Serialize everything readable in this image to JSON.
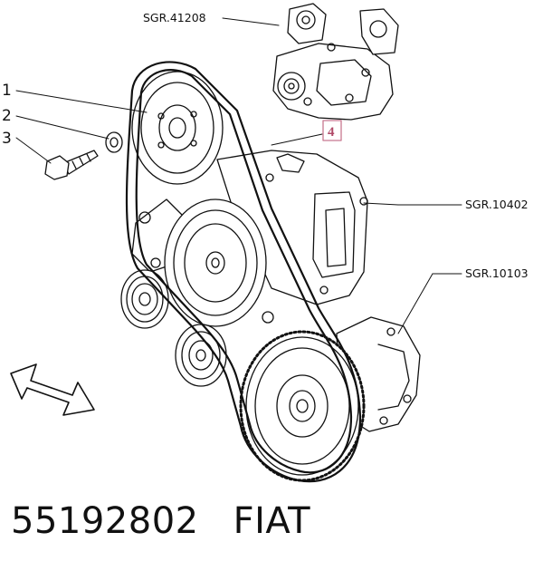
{
  "diagram": {
    "callouts": {
      "item_1": "1",
      "item_2": "2",
      "item_3": "3",
      "item_4": "4"
    },
    "references": {
      "top": "SGR.41208",
      "right_mid": "SGR.10402",
      "right_low": "SGR.10103"
    },
    "colors": {
      "line": "#111111",
      "callout_box": "#c87890",
      "callout_text": "#b04a68"
    }
  },
  "footer": {
    "part_number": "55192802",
    "brand": "FIAT"
  }
}
